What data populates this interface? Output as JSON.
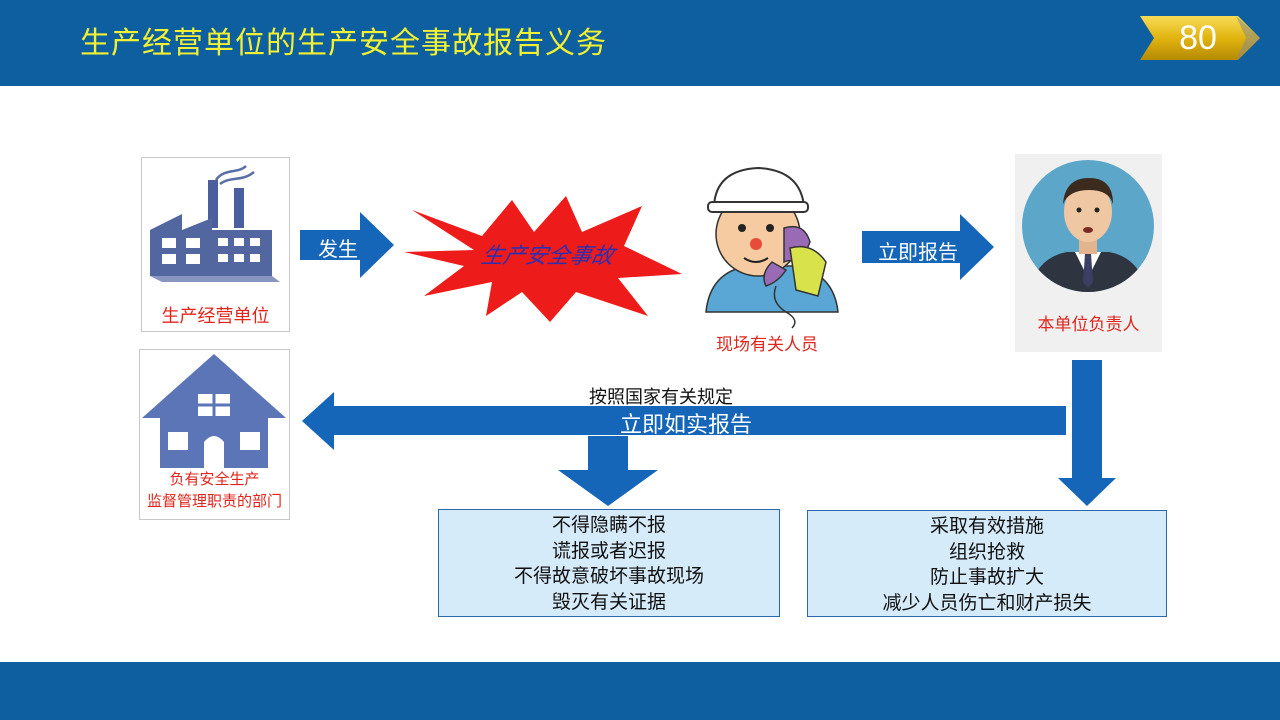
{
  "header": {
    "title": "生产经营单位的生产安全事故报告义务",
    "page_number": "80"
  },
  "nodes": {
    "unit": {
      "label": "生产经营单位"
    },
    "accident": {
      "label": "生产安全事故"
    },
    "onsite": {
      "label": "现场有关人员"
    },
    "leader": {
      "label": "本单位负责人"
    },
    "department": {
      "label_line1": "负有安全生产",
      "label_line2": "监督管理职责的部门"
    }
  },
  "arrows": {
    "occur": "发生",
    "report_immediately": "立即报告",
    "regulation_note": "按照国家有关规定",
    "report_truthfully": "立即如实报告"
  },
  "boxes": {
    "prohibitions": [
      "不得隐瞒不报",
      "谎报或者迟报",
      "不得故意破坏事故现场",
      "毁灭有关证据"
    ],
    "measures": [
      "采取有效措施",
      "组织抢救",
      "防止事故扩大",
      "减少人员伤亡和财产损失"
    ]
  },
  "colors": {
    "header_blue": "#0d5fa0",
    "title_yellow": "#f2f032",
    "arrow_blue": "#1565b8",
    "label_red": "#e0261c",
    "box_fill": "#d6ebfa",
    "badge_gold": "#e2b40f"
  }
}
